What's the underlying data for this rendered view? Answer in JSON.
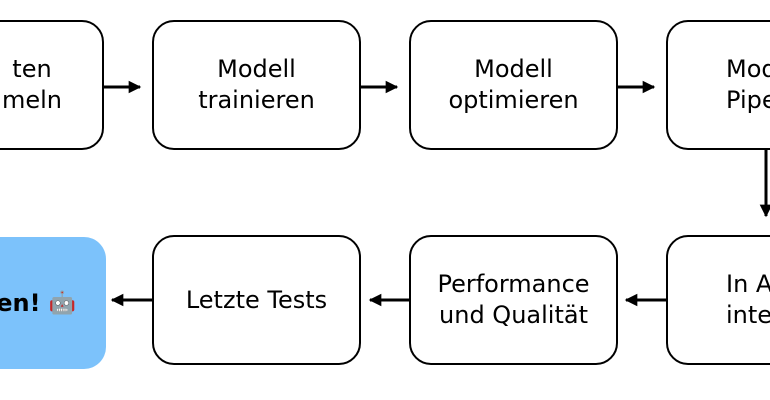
{
  "diagram": {
    "colors": {
      "stroke": "#000000",
      "box_fill": "#ffffff",
      "final_fill": "#7cc2fb"
    },
    "nodes": [
      {
        "id": "daten-sammeln",
        "label": "ten\nmeln"
      },
      {
        "id": "modell-trainieren",
        "label": "Modell\ntrainieren"
      },
      {
        "id": "modell-optimieren",
        "label": "Modell\noptimieren"
      },
      {
        "id": "modell-pipeline",
        "label": "Mod\nPipe"
      },
      {
        "id": "in-app-integrieren",
        "label": "In A\nintegr"
      },
      {
        "id": "performance-qualitaet",
        "label": "Performance\nund Qualität"
      },
      {
        "id": "letzte-tests",
        "label": "Letzte Tests"
      },
      {
        "id": "fertig",
        "label": "en!",
        "icon": "robot-icon",
        "glyph": "🤖"
      }
    ],
    "edges": [
      {
        "from": "daten-sammeln",
        "to": "modell-trainieren"
      },
      {
        "from": "modell-trainieren",
        "to": "modell-optimieren"
      },
      {
        "from": "modell-optimieren",
        "to": "modell-pipeline"
      },
      {
        "from": "modell-pipeline",
        "to": "in-app-integrieren"
      },
      {
        "from": "in-app-integrieren",
        "to": "performance-qualitaet"
      },
      {
        "from": "performance-qualitaet",
        "to": "letzte-tests"
      },
      {
        "from": "letzte-tests",
        "to": "fertig"
      }
    ]
  }
}
